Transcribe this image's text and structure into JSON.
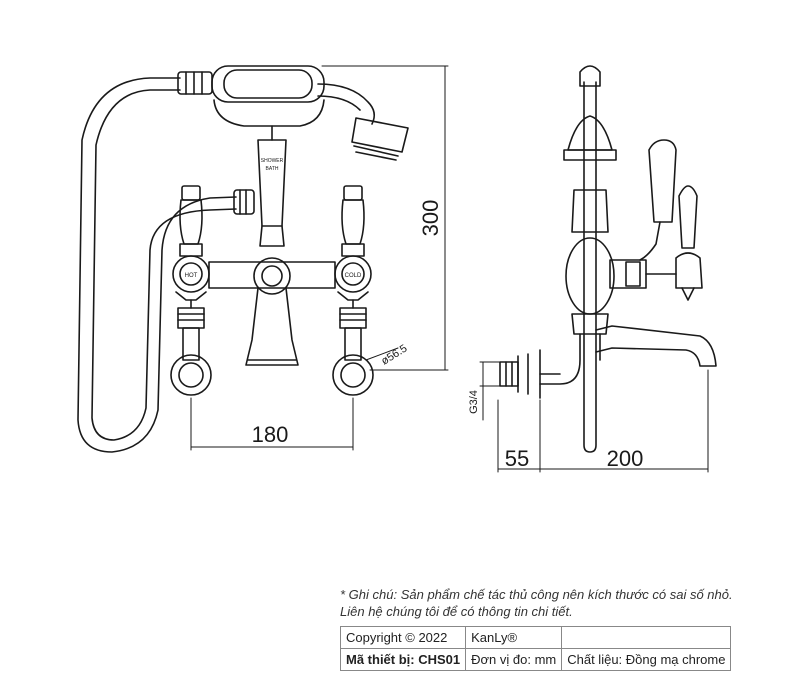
{
  "dimensions": {
    "height": "300",
    "center_spacing": "180",
    "connector_diameter": "ø56.5",
    "thread": "G3/4",
    "wall_depth": "55",
    "projection": "200"
  },
  "labels": {
    "hot": "HOT",
    "cold": "COLD",
    "handset_top": "SHOWER",
    "handset_bottom": "BATH"
  },
  "note": {
    "line1": "* Ghi chú: Sản phẩm chế tác thủ công nên kích thước có sai số nhỏ.",
    "line2": "Liên hệ chúng tôi để có thông tin chi tiết."
  },
  "info_table": {
    "copyright": "Copyright © 2022",
    "brand": "KanLy®",
    "model": "Mã thiết bị: CHS01",
    "unit": "Đơn vị đo: mm",
    "material": "Chất liệu: Đồng mạ chrome"
  },
  "colors": {
    "line": "#1a1a1a",
    "background": "#ffffff"
  }
}
